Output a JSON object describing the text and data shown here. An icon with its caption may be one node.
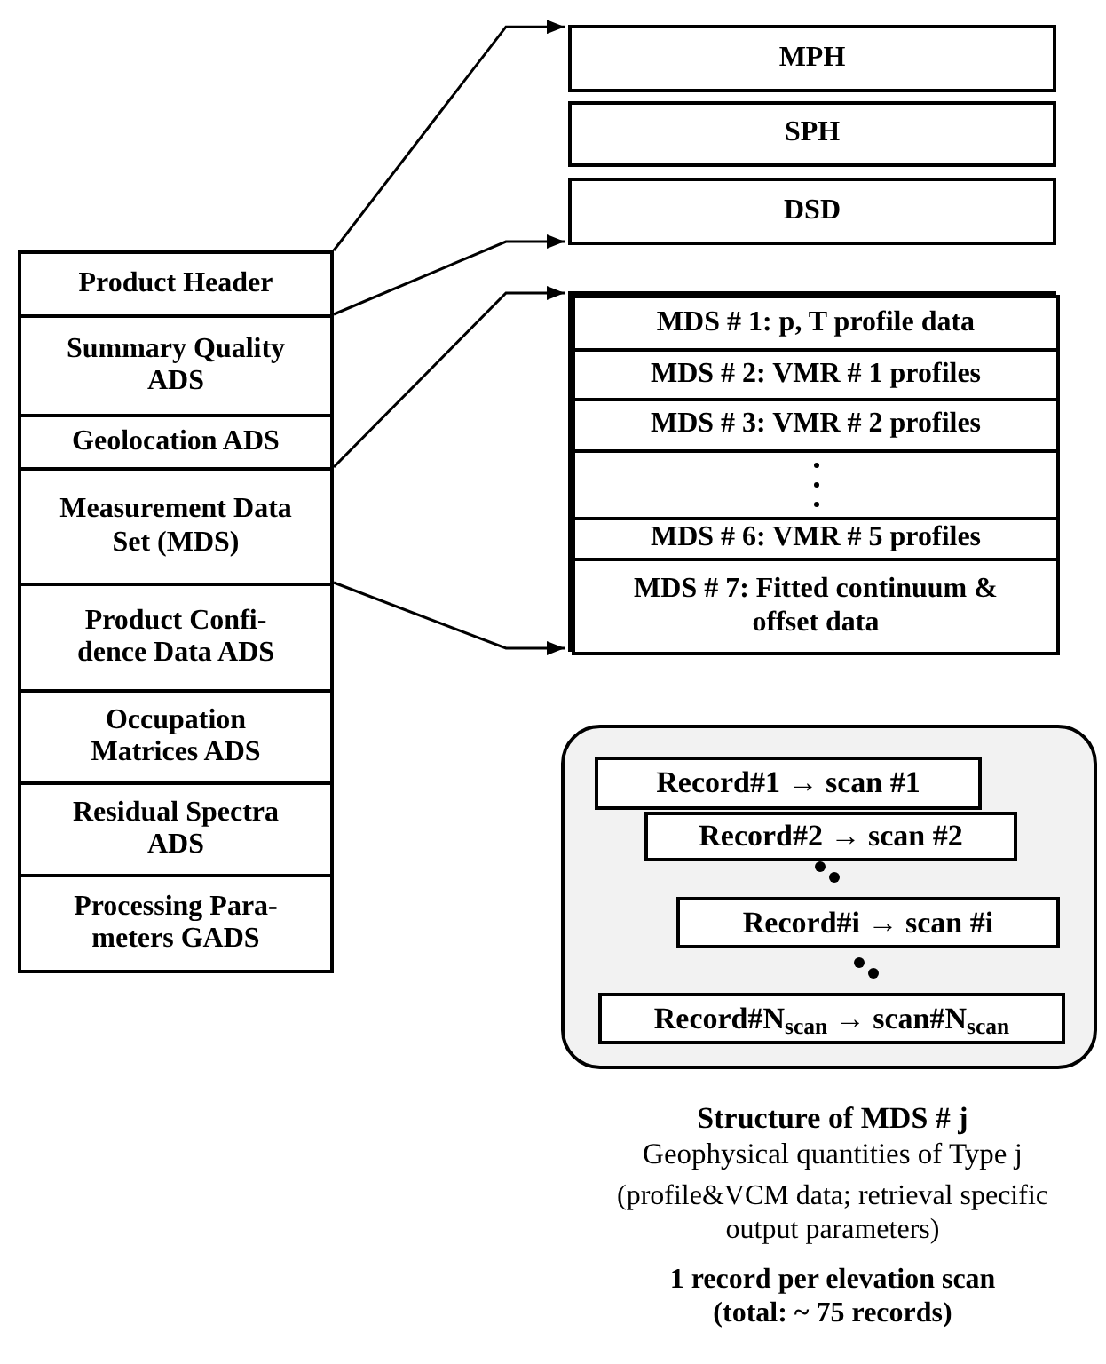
{
  "diagram": {
    "nodes": [
      {
        "text": [
          "Product Header"
        ]
      },
      {
        "text": [
          "Summary Quality ADS"
        ]
      },
      {
        "text": [
          "Geolocation ADS"
        ]
      },
      {
        "text": [
          "Measurement Data Set (MDS)"
        ]
      },
      {
        "text": [
          "Product Confi-dence Data ADS"
        ]
      },
      {
        "text": [
          "Occupation Matrices ADS"
        ]
      },
      {
        "text": [
          "Residual Spectra ADS"
        ]
      },
      {
        "text": [
          "Processing Para-meters GADS"
        ]
      },
      {
        "text": [
          "MPH"
        ]
      },
      {
        "text": [
          "SPH"
        ]
      },
      {
        "text": [
          "DSD"
        ]
      },
      {
        "text": [],
        "shape": "box"
      },
      {
        "text": [
          "MDS # 1: p, T profile data"
        ],
        "in": 11
      },
      {
        "text": [
          "MDS # 2: VMR # 1 profiles"
        ],
        "in": 11
      },
      {
        "text": [
          "MDS # 3: VMR # 2 profiles"
        ],
        "in": 11
      },
      {
        "text": [],
        "shape": "box",
        "in": 11
      },
      {
        "text": [
          "MDS # 6: VMR # 5 profiles"
        ],
        "in": 11
      },
      {
        "text": [
          "MDS # 7: Fitted continuum & offset data"
        ],
        "in": 11
      },
      {
        "text": [],
        "shape": "box",
        "beside": [
          "Structure of MDS # j",
          "Geophysical quantities of Type j",
          "(profile&VCM data; retrieval specific output parameters)",
          "1 record per elevation scan (total: ~ 75 records)"
        ]
      },
      {
        "text": [
          "Record#1 → scan #1"
        ],
        "in": 18
      },
      {
        "text": [
          "Record#2 → scan #2"
        ],
        "in": 18
      },
      {
        "text": [
          "Record#i → scan #i"
        ],
        "in": 18
      },
      {
        "text": [
          "Record#N$_{scan}$ → scan#N$_{scan}$"
        ],
        "in": 18
      }
    ],
    "edges": [
      {
        "from": 0,
        "to": 8,
        "arrow": "to"
      },
      {
        "from": 0,
        "to": 10,
        "arrow": "to"
      },
      {
        "from": 3,
        "to": 11,
        "arrow": "to"
      },
      {
        "from": 3,
        "to": 11,
        "arrow": "to"
      }
    ]
  }
}
